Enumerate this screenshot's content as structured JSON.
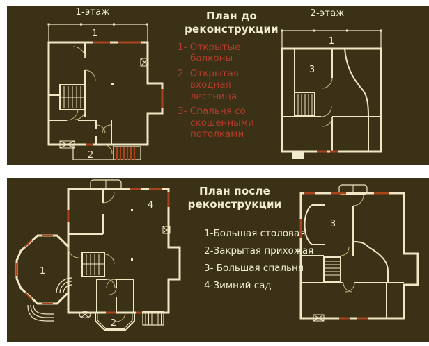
{
  "colors": {
    "page_bg": "#ffffff",
    "panel_bg": "#3a3116",
    "wall_line": "#f0e8c4",
    "window_accent": "#a8431e",
    "text_cream": "#f3ecd2",
    "text_red": "#b23c2e"
  },
  "before": {
    "floor1_label": "1-этаж",
    "floor2_label": "2-этаж",
    "title": "План до реконструкции",
    "legend": [
      "1- Открытые балконы",
      "2- Открытая входная лестница",
      "3- Спальня со скошенными потолками"
    ],
    "floor1_plan": {
      "balcony_label": "1",
      "porch_label": "2"
    },
    "floor2_plan": {
      "balcony_label": "1",
      "bedroom_label": "3"
    }
  },
  "after": {
    "title": "План после реконструкции",
    "legend": [
      "1-Большая столовая",
      "2-Закрытая прихожая",
      "3- Большая спальня",
      "4-Зимний сад"
    ],
    "floor1_plan": {
      "dining_label": "1",
      "hall_label": "2",
      "garden_label": "4"
    },
    "floor2_plan": {
      "bedroom_label": "3"
    }
  }
}
